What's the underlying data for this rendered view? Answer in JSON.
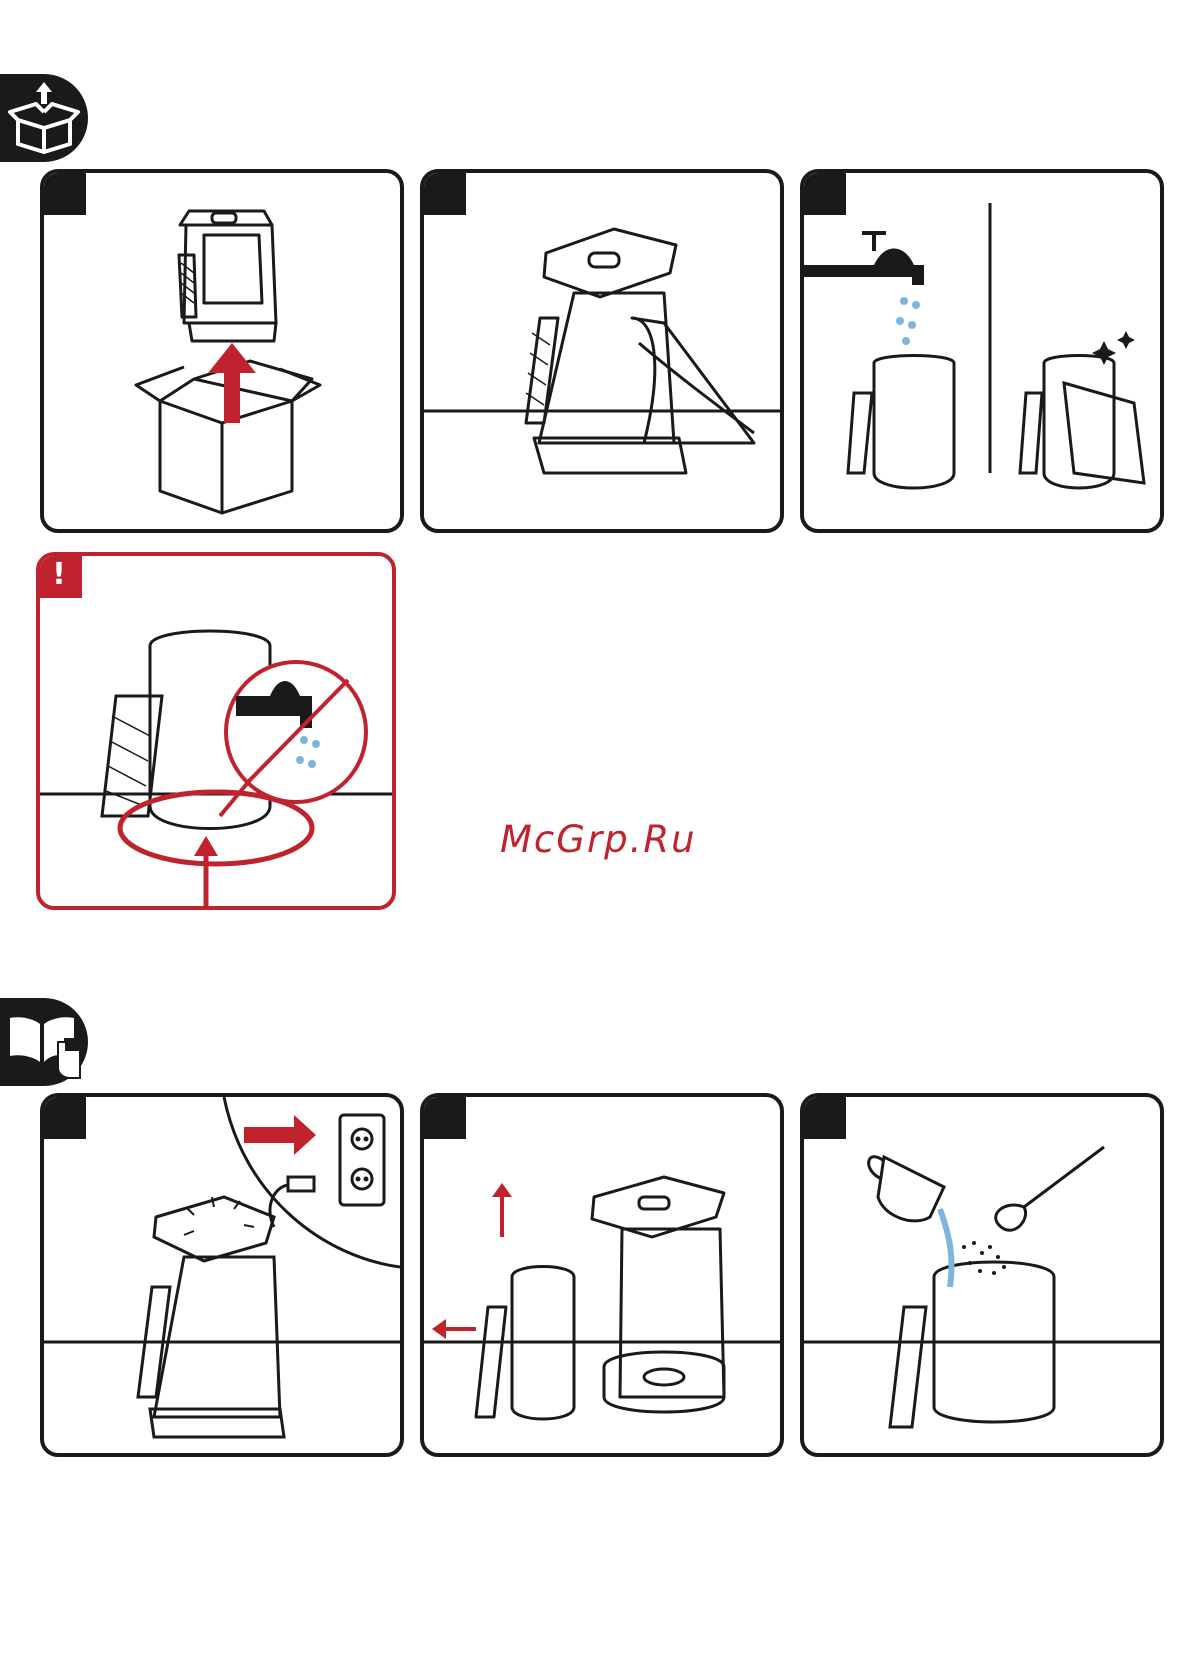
{
  "sections": [
    {
      "name": "unpacking",
      "icon": "box-unpack-icon"
    },
    {
      "name": "usage",
      "icon": "book-hand-icon"
    }
  ],
  "panels": [
    {
      "id": "unbox",
      "icon": "box-with-arrow-icon"
    },
    {
      "id": "wipe-machine",
      "icon": "hand-wipe-icon"
    },
    {
      "id": "rinse-pot",
      "icon": "faucet-icon"
    },
    {
      "id": "warning-no-water-base",
      "icon": "no-water-icon",
      "warning_mark": "!"
    },
    {
      "id": "plug-in",
      "icon": "power-socket-icon"
    },
    {
      "id": "remove-pot",
      "icon": "lift-arrow-icon"
    },
    {
      "id": "add-water-coffee",
      "icon": "cup-spoon-icon"
    }
  ],
  "watermark": "McGrp.Ru",
  "colors": {
    "ink": "#1a1a1a",
    "accent": "#c0222e",
    "water": "#7fb5dd"
  }
}
